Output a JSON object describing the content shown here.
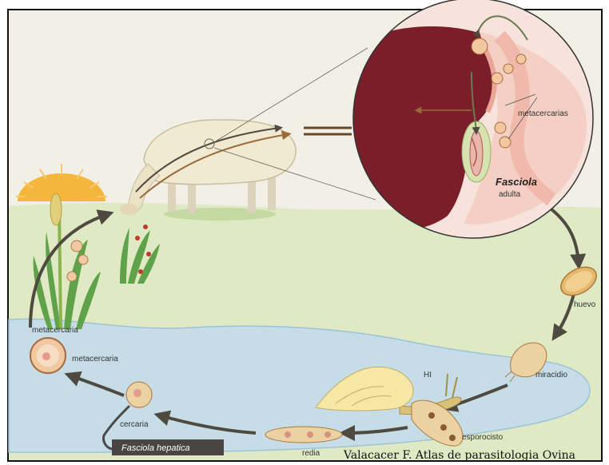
{
  "labels": {
    "metacercarias": "metacercarias",
    "fasciola": "Fasciola",
    "adulta": "adulta",
    "huevo": "huevo",
    "miracidio": "miracidio",
    "hi": "HI",
    "esporocisto": "esporocisto",
    "redia": "redia",
    "cercaria": "cercaria",
    "metacercaria_1": "metacercaria",
    "metacercaria_2": "metacercaria",
    "species": "Fasciola hepatica"
  },
  "credit": "Valacacer F. Atlas de parasitologia Ovina",
  "colors": {
    "sky": "#f2efe6",
    "grass": "#dfe9c3",
    "water": "#c6dde8",
    "liver": "#7a1f2a",
    "intestine": "#f4cfc4",
    "arrow": "#4f4a3f",
    "egg": "#e7b96e"
  }
}
